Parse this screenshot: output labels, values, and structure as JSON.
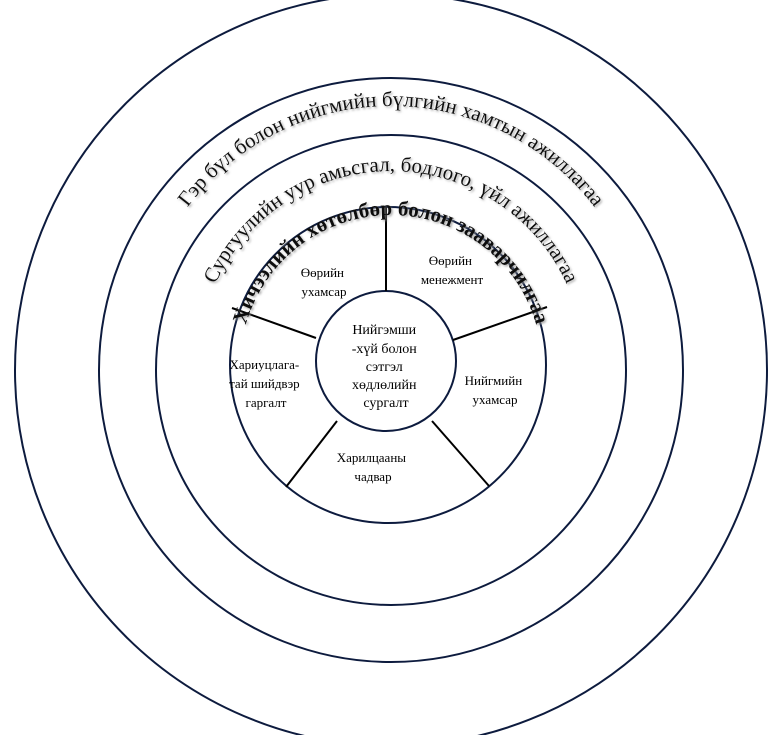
{
  "rings": {
    "outer": "Гэр бүл болон нийгмийн бүлгийн хамтын ажиллагаа",
    "middle": "Сургуулийн уур амьсгал, бодлого, үйл ажиллагаа",
    "inner": "Хичээлийн хөтөлбөр болон зааварчилгаа"
  },
  "core": {
    "lines": [
      "Нийгэмши",
      "-хүй болон",
      "сэтгэл",
      "хөдлөлийн",
      "сургалт"
    ]
  },
  "segments": [
    {
      "id": "self-awareness",
      "lines": [
        "Өөрийн",
        "ухамсар"
      ]
    },
    {
      "id": "self-management",
      "lines": [
        "Өөрийн",
        "менежмент"
      ]
    },
    {
      "id": "social-awareness",
      "lines": [
        "Нийгмийн",
        "ухамсар"
      ]
    },
    {
      "id": "relationship-skills",
      "lines": [
        "Харилцааны",
        "чадвар"
      ]
    },
    {
      "id": "responsible-decision-making",
      "lines": [
        "Хариуцлага-",
        "тай шийдвэр",
        "гаргалт"
      ]
    }
  ]
}
